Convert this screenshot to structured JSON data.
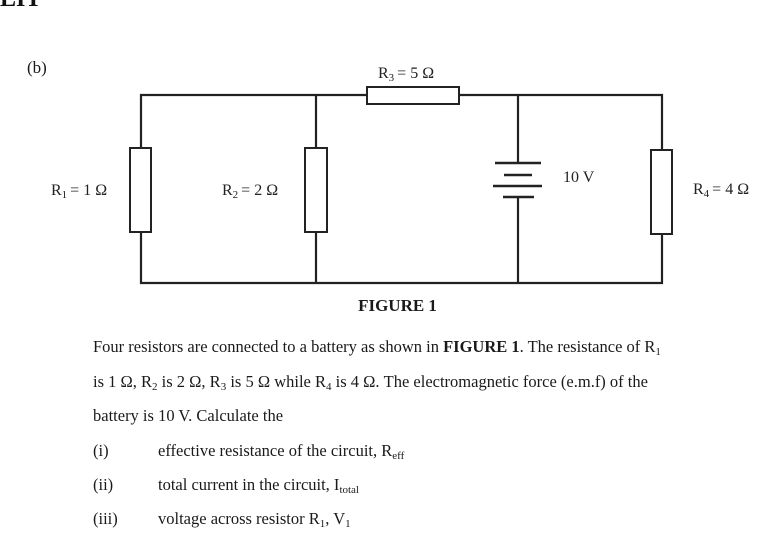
{
  "page": {
    "cut_heading": "LIT",
    "part_label": "(b)"
  },
  "circuit": {
    "components": [
      {
        "id": "R1",
        "type": "resistor",
        "symbol": "R",
        "subscript": "1",
        "value_text": "= 1 Ω",
        "resistance_ohm": 1,
        "branch": "parallel-left"
      },
      {
        "id": "R2",
        "type": "resistor",
        "symbol": "R",
        "subscript": "2",
        "value_text": "= 2 Ω",
        "resistance_ohm": 2,
        "branch": "parallel-middle"
      },
      {
        "id": "R3",
        "type": "resistor",
        "symbol": "R",
        "subscript": "3",
        "value_text": "= 5 Ω",
        "resistance_ohm": 5,
        "branch": "top-series"
      },
      {
        "id": "R4",
        "type": "resistor",
        "symbol": "R",
        "subscript": "4",
        "value_text": "= 4 Ω",
        "resistance_ohm": 4,
        "branch": "parallel-right"
      },
      {
        "id": "battery",
        "type": "battery",
        "label": "10 V",
        "emf_volt": 10,
        "cells": 2
      }
    ],
    "caption": "FIGURE 1"
  },
  "question": {
    "line1_a": "Four resistors are connected to a battery as shown in ",
    "line1_bold": "FIGURE 1",
    "line1_b": ". The resistance of R",
    "line1_sub": "1",
    "line2": [
      {
        "t": "is 1 Ω, R"
      },
      {
        "s": "2"
      },
      {
        "t": " is 2 Ω, R"
      },
      {
        "s": "3"
      },
      {
        "t": " is 5 Ω while R"
      },
      {
        "s": "4"
      },
      {
        "t": " is 4 Ω. The electromagnetic force (e.m.f) of the"
      }
    ],
    "line3": "battery is 10 V. Calculate the",
    "items": [
      {
        "num": "(i)",
        "text": "effective resistance of the circuit, R",
        "sub": "eff",
        "tail": ""
      },
      {
        "num": "(ii)",
        "text": "total current in the circuit, I",
        "sub": "total",
        "tail": ""
      },
      {
        "num": "(iii)",
        "text": "voltage across resistor R",
        "sub": "1",
        "tail": ", V",
        "sub2": "1"
      }
    ]
  }
}
